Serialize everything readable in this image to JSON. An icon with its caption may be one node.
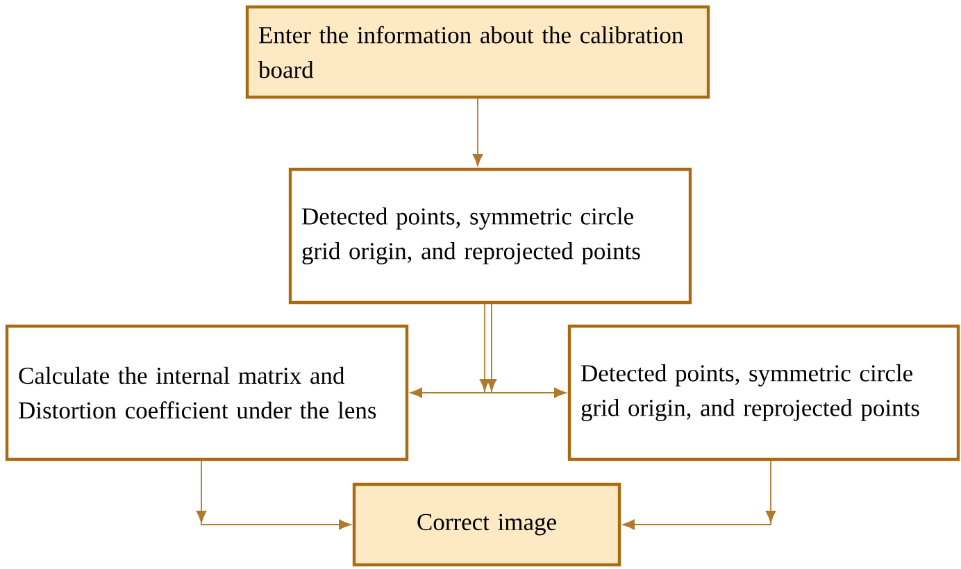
{
  "diagram": {
    "nodes": [
      {
        "text": [
          "Enter the information about the calibration board"
        ]
      },
      {
        "text": [
          "Detected points, symmetric circle grid origin, and reprojected points"
        ]
      },
      {
        "text": [
          "Calculate the internal matrix and Distortion coefficient under the lens"
        ]
      },
      {
        "text": [
          "Detected points, symmetric circle grid origin, and reprojected points"
        ]
      },
      {
        "text": [
          "Correct image"
        ]
      }
    ],
    "edges": [
      {
        "from": 0,
        "to": 1,
        "arrow": "to"
      },
      {
        "from": 1,
        "to": 2,
        "arrow": "to"
      },
      {
        "from": 1,
        "to": 3,
        "arrow": "to"
      },
      {
        "from": 2,
        "to": 4,
        "arrow": "to"
      },
      {
        "from": 3,
        "to": 4,
        "arrow": "to"
      }
    ]
  }
}
